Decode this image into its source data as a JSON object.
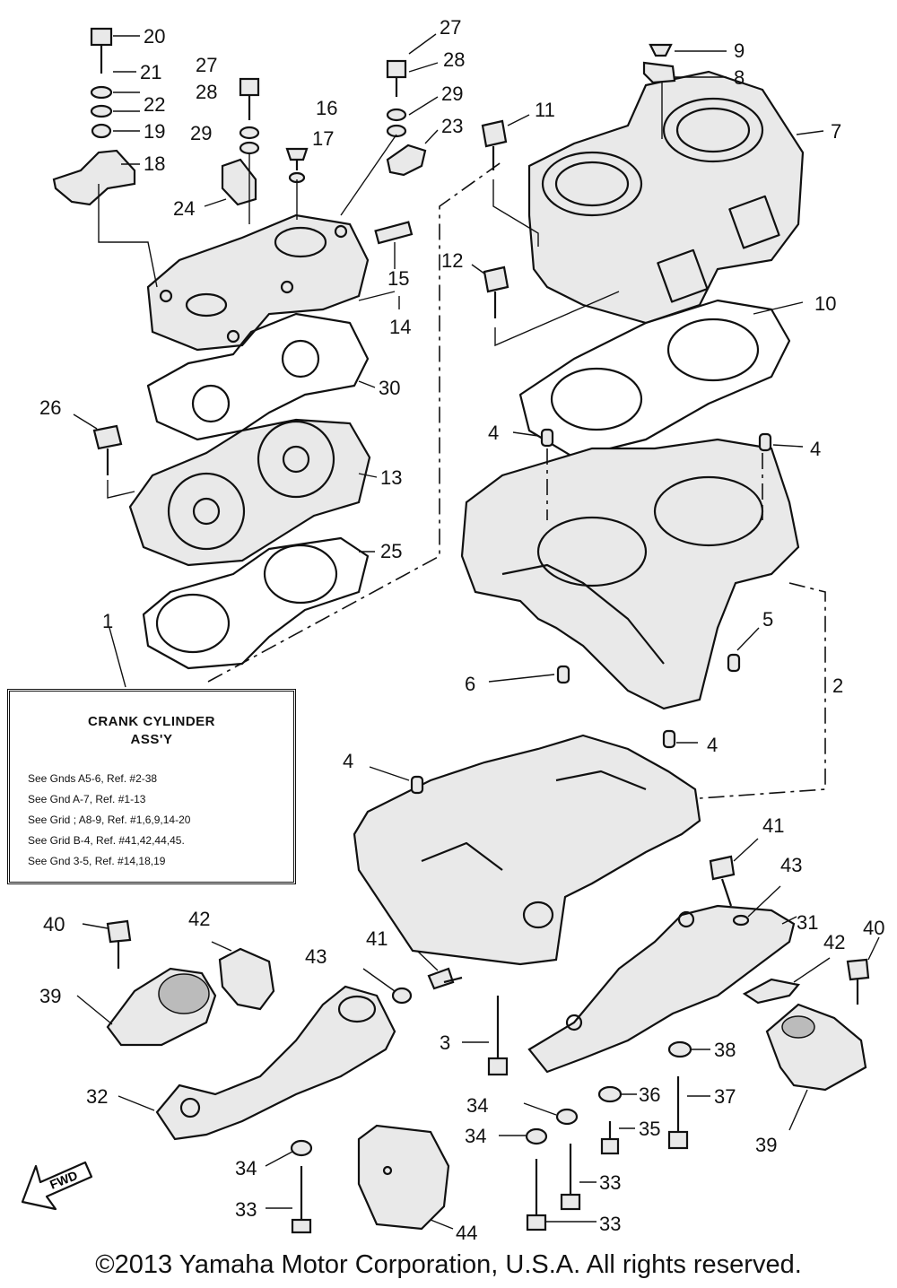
{
  "callouts": [
    {
      "id": "c20",
      "label": "20"
    },
    {
      "id": "c21",
      "label": "21"
    },
    {
      "id": "c22",
      "label": "22"
    },
    {
      "id": "c19",
      "label": "19"
    },
    {
      "id": "c18",
      "label": "18"
    },
    {
      "id": "c27a",
      "label": "27"
    },
    {
      "id": "c28a",
      "label": "28"
    },
    {
      "id": "c29a",
      "label": "29"
    },
    {
      "id": "c24",
      "label": "24"
    },
    {
      "id": "c16",
      "label": "16"
    },
    {
      "id": "c17",
      "label": "17"
    },
    {
      "id": "c27b",
      "label": "27"
    },
    {
      "id": "c28b",
      "label": "28"
    },
    {
      "id": "c29b",
      "label": "29"
    },
    {
      "id": "c23",
      "label": "23"
    },
    {
      "id": "c15",
      "label": "15"
    },
    {
      "id": "c14",
      "label": "14"
    },
    {
      "id": "c30",
      "label": "30"
    },
    {
      "id": "c26",
      "label": "26"
    },
    {
      "id": "c13",
      "label": "13"
    },
    {
      "id": "c25",
      "label": "25"
    },
    {
      "id": "c1",
      "label": "1"
    },
    {
      "id": "c9",
      "label": "9"
    },
    {
      "id": "c8",
      "label": "8"
    },
    {
      "id": "c7",
      "label": "7"
    },
    {
      "id": "c11",
      "label": "11"
    },
    {
      "id": "c12",
      "label": "12"
    },
    {
      "id": "c10",
      "label": "10"
    },
    {
      "id": "c4a",
      "label": "4"
    },
    {
      "id": "c4b",
      "label": "4"
    },
    {
      "id": "c5",
      "label": "5"
    },
    {
      "id": "c6",
      "label": "6"
    },
    {
      "id": "c2",
      "label": "2"
    },
    {
      "id": "c4c",
      "label": "4"
    },
    {
      "id": "c4d",
      "label": "4"
    },
    {
      "id": "c41a",
      "label": "41"
    },
    {
      "id": "c43a",
      "label": "43"
    },
    {
      "id": "c31",
      "label": "31"
    },
    {
      "id": "c40a",
      "label": "40"
    },
    {
      "id": "c42a",
      "label": "42"
    },
    {
      "id": "c40b",
      "label": "40"
    },
    {
      "id": "c42b",
      "label": "42"
    },
    {
      "id": "c39a",
      "label": "39"
    },
    {
      "id": "c43b",
      "label": "43"
    },
    {
      "id": "c41b",
      "label": "41"
    },
    {
      "id": "c3",
      "label": "3"
    },
    {
      "id": "c38",
      "label": "38"
    },
    {
      "id": "c39b",
      "label": "39"
    },
    {
      "id": "c32",
      "label": "32"
    },
    {
      "id": "c34a",
      "label": "34"
    },
    {
      "id": "c36",
      "label": "36"
    },
    {
      "id": "c37",
      "label": "37"
    },
    {
      "id": "c34b",
      "label": "34"
    },
    {
      "id": "c35",
      "label": "35"
    },
    {
      "id": "c34c",
      "label": "34"
    },
    {
      "id": "c33a",
      "label": "33"
    },
    {
      "id": "c33b",
      "label": "33"
    },
    {
      "id": "c33c",
      "label": "33"
    },
    {
      "id": "c44",
      "label": "44"
    }
  ],
  "fwd_label": "FWD",
  "ref_box": {
    "title_line1": "CRANK CYLINDER",
    "title_line2": "ASS'Y",
    "lines": [
      "See Gnds A5-6, Ref. #2-38",
      "See Gnd A-7, Ref. #1-13",
      "See Grid ; A8-9, Ref. #1,6,9,14-20",
      "See Grid B-4, Ref. #41,42,44,45.",
      "See Gnd 3-5, Ref. #14,18,19"
    ]
  },
  "copyright": "©2013 Yamaha Motor Corporation, U.S.A. All rights reserved."
}
